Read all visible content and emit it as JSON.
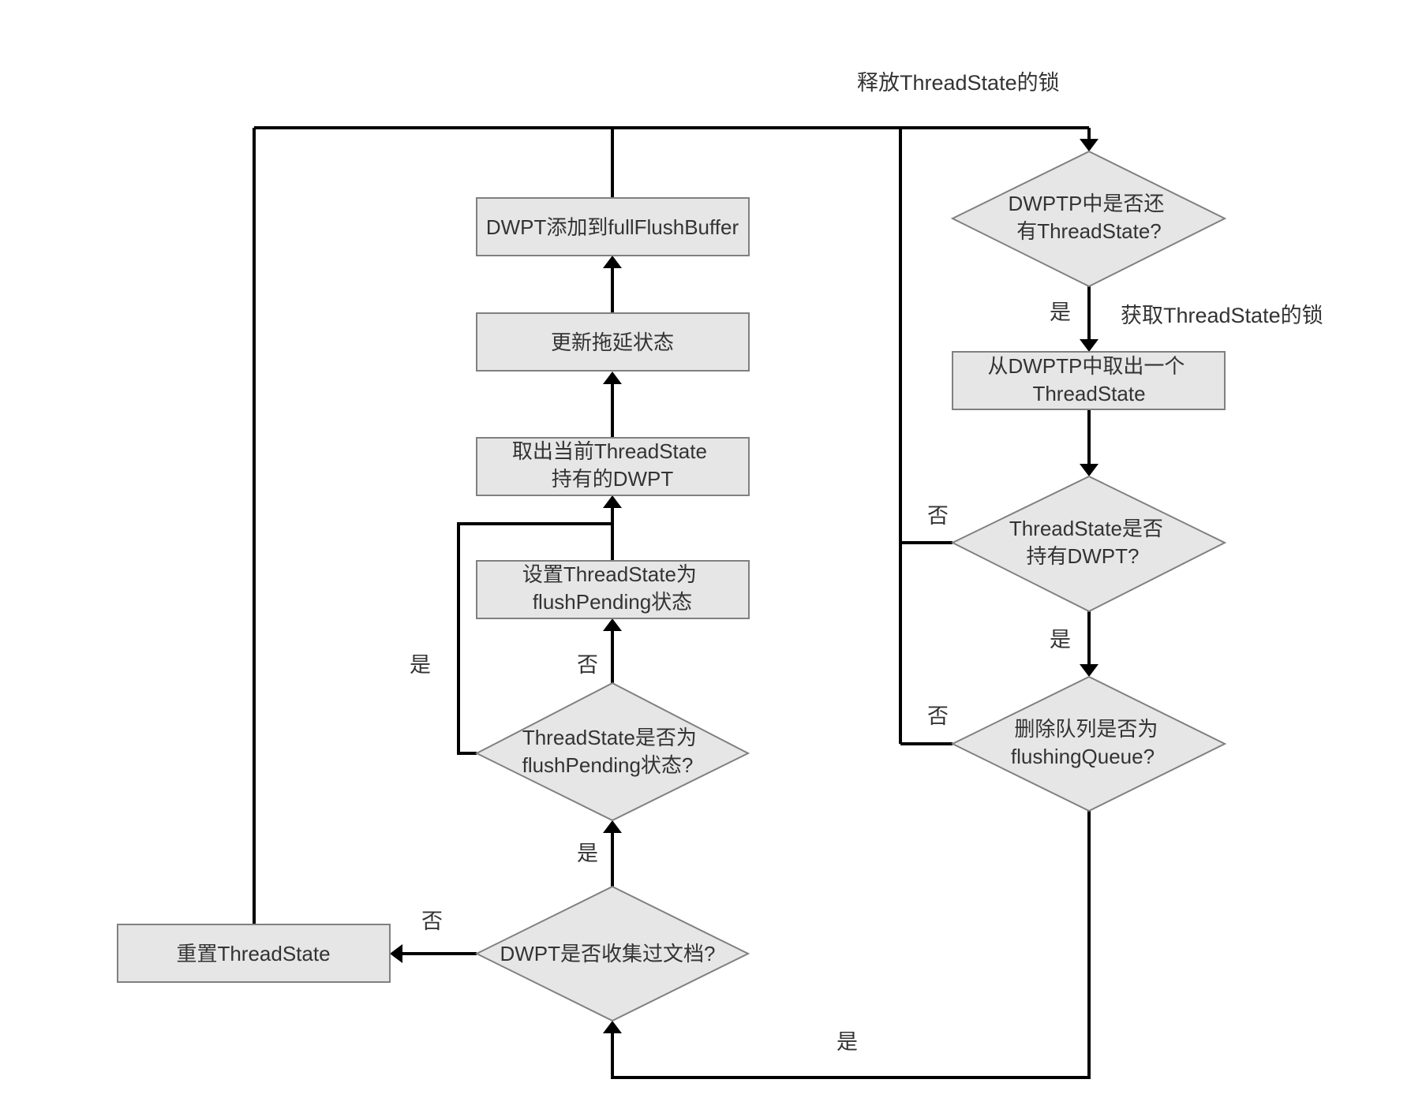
{
  "nodes": {
    "add_to_full_flush_buffer": {
      "lines": [
        "DWPT添加到fullFlushBuffer"
      ]
    },
    "update_stall_state": {
      "lines": [
        "更新拖延状态"
      ]
    },
    "take_out_dwpt": {
      "lines": [
        "取出当前ThreadState",
        "持有的DWPT"
      ]
    },
    "set_flush_pending": {
      "lines": [
        "设置ThreadState为",
        "flushPending状态"
      ]
    },
    "is_flush_pending": {
      "lines": [
        "ThreadState是否为",
        "flushPending状态?"
      ]
    },
    "dwpt_collected_docs": {
      "lines": [
        "DWPT是否收集过文档?"
      ]
    },
    "reset_thread_state": {
      "lines": [
        "重置ThreadState"
      ]
    },
    "dwptp_has_thread_state": {
      "lines": [
        "DWPTP中是否还",
        "有ThreadState?"
      ]
    },
    "take_from_dwptp": {
      "lines": [
        "从DWPTP中取出一个",
        "ThreadState"
      ]
    },
    "thread_state_has_dwpt": {
      "lines": [
        "ThreadState是否",
        "持有DWPT?"
      ]
    },
    "delete_queue_is_flushing": {
      "lines": [
        "删除队列是否为",
        "flushingQueue?"
      ]
    }
  },
  "edge_labels": {
    "release_lock": "释放ThreadState的锁",
    "acquire_lock": "获取ThreadState的锁",
    "yes_dwptp_has": "是",
    "no_thread_state_has_dwpt": "否",
    "yes_thread_state_has_dwpt": "是",
    "no_delete_queue": "否",
    "yes_delete_queue": "是",
    "yes_flush_pending": "是",
    "no_flush_pending": "否",
    "yes_collected_docs": "是",
    "no_collected_docs": "否"
  },
  "colors": {
    "node_fill": "#e6e6e6",
    "node_stroke": "#808080",
    "edge": "#000000",
    "text": "#333333"
  }
}
